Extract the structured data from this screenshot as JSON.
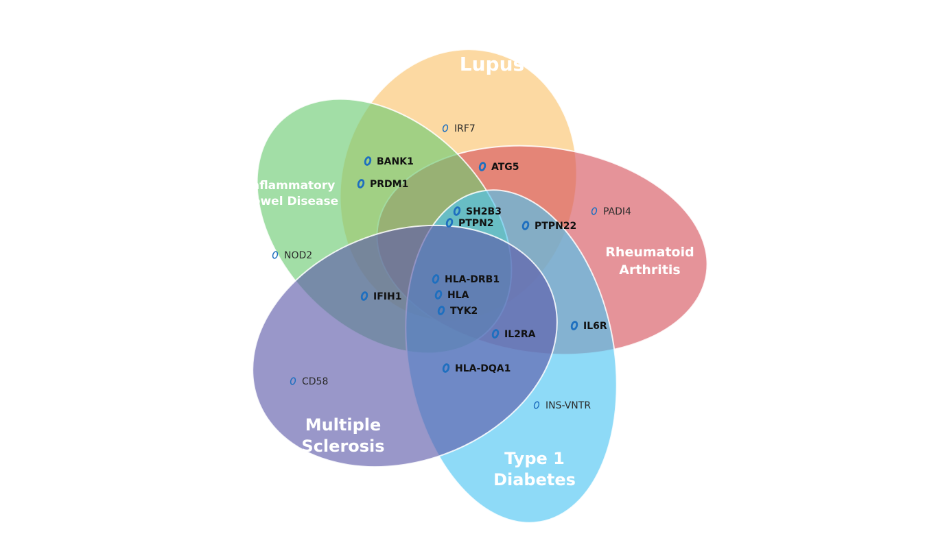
{
  "diseases": [
    {
      "id": "lupus",
      "name_lines": [
        "Lupus"
      ],
      "color": "#FBC36B"
    },
    {
      "id": "ra",
      "name_lines": [
        "Rheumatoid",
        "Arthritis"
      ],
      "color": "#D6545E"
    },
    {
      "id": "t1d",
      "name_lines": [
        "Type 1",
        "Diabetes"
      ],
      "color": "#4CC4F2"
    },
    {
      "id": "ms",
      "name_lines": [
        "Multiple",
        "Sclerosis"
      ],
      "color": "#5D5BA9"
    },
    {
      "id": "ibd",
      "name_lines": [
        "Inflammatory",
        "Bowel Disease"
      ],
      "color": "#6CCB72"
    }
  ],
  "genes": [
    {
      "name": "IRF7",
      "bold": false
    },
    {
      "name": "BANK1",
      "bold": true
    },
    {
      "name": "ATG5",
      "bold": true
    },
    {
      "name": "PRDM1",
      "bold": true
    },
    {
      "name": "SH2B3",
      "bold": true
    },
    {
      "name": "PTPN2",
      "bold": true
    },
    {
      "name": "PTPN22",
      "bold": true
    },
    {
      "name": "PADI4",
      "bold": false
    },
    {
      "name": "NOD2",
      "bold": false
    },
    {
      "name": "HLA-DRB1",
      "bold": true
    },
    {
      "name": "HLA",
      "bold": true
    },
    {
      "name": "TYK2",
      "bold": true
    },
    {
      "name": "IFIH1",
      "bold": true
    },
    {
      "name": "IL6R",
      "bold": true
    },
    {
      "name": "IL2RA",
      "bold": true
    },
    {
      "name": "HLA-DQA1",
      "bold": true
    },
    {
      "name": "CD58",
      "bold": false
    },
    {
      "name": "INS-VNTR",
      "bold": false
    }
  ],
  "icon_color": "#1E6FBF",
  "icon_name": "gene-marker-icon"
}
